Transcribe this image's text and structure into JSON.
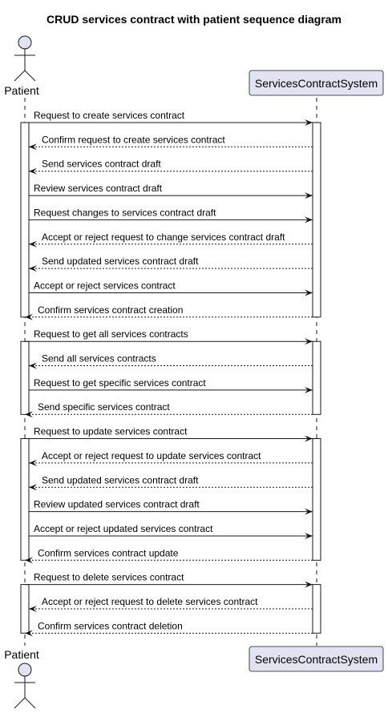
{
  "diagram": {
    "title": "CRUD services contract with patient sequence diagram",
    "actor": {
      "name": "Patient"
    },
    "participant": {
      "name": "ServicesContractSystem"
    },
    "colors": {
      "participant_fill": "#e2e2f0",
      "participant_stroke": "#181818",
      "actor_fill": "#e2e2f0",
      "line": "#181818",
      "activation_fill": "#ffffff"
    },
    "groups": [
      {
        "messages": [
          {
            "label": "Request to create services contract",
            "direction": "right",
            "style": "solid"
          },
          {
            "label": "Confirm request to create services contract",
            "direction": "left",
            "style": "dashed"
          },
          {
            "label": "Send services contract draft",
            "direction": "left",
            "style": "dashed"
          },
          {
            "label": "Review services contract draft",
            "direction": "right",
            "style": "solid"
          },
          {
            "label": "Request changes to services contract draft",
            "direction": "right",
            "style": "solid"
          },
          {
            "label": "Accept or reject request to change services contract draft",
            "direction": "left",
            "style": "dashed"
          },
          {
            "label": "Send updated services contract draft",
            "direction": "left",
            "style": "dashed"
          },
          {
            "label": "Accept or reject services contract",
            "direction": "right",
            "style": "solid"
          },
          {
            "label": "Confirm services contract creation",
            "direction": "left",
            "style": "dashed"
          }
        ]
      },
      {
        "messages": [
          {
            "label": "Request to get all services contracts",
            "direction": "right",
            "style": "solid"
          },
          {
            "label": "Send all services contracts",
            "direction": "left",
            "style": "dashed"
          },
          {
            "label": "Request to get specific services contract",
            "direction": "right",
            "style": "solid"
          },
          {
            "label": "Send specific services contract",
            "direction": "left",
            "style": "dashed"
          }
        ]
      },
      {
        "messages": [
          {
            "label": "Request to update services contract",
            "direction": "right",
            "style": "solid"
          },
          {
            "label": "Accept or reject request to update services contract",
            "direction": "left",
            "style": "dashed"
          },
          {
            "label": "Send updated services contract draft",
            "direction": "left",
            "style": "dashed"
          },
          {
            "label": "Review updated services contract draft",
            "direction": "right",
            "style": "solid"
          },
          {
            "label": "Accept or reject updated services contract",
            "direction": "right",
            "style": "solid"
          },
          {
            "label": "Confirm services contract update",
            "direction": "left",
            "style": "dashed"
          }
        ]
      },
      {
        "messages": [
          {
            "label": "Request to delete services contract",
            "direction": "right",
            "style": "solid"
          },
          {
            "label": "Accept or reject request to delete services contract",
            "direction": "left",
            "style": "dashed"
          },
          {
            "label": "Confirm services contract deletion",
            "direction": "left",
            "style": "dashed"
          }
        ]
      }
    ]
  }
}
